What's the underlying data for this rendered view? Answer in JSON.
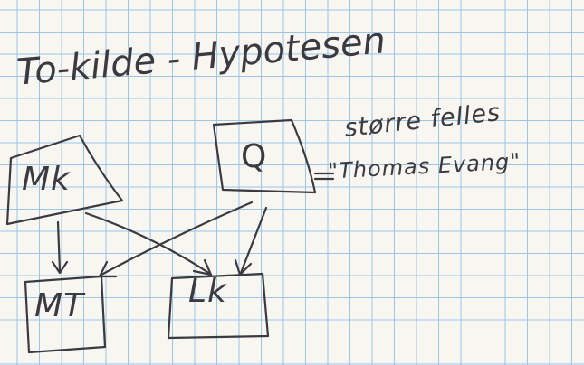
{
  "page": {
    "title": "To-kilde - Hypotesen",
    "note_line1": "større felles",
    "note_line2": "\"Thomas Evang\""
  },
  "boxes": {
    "mk": "Mk",
    "q": "Q",
    "mt": "MT",
    "lk": "Lk"
  },
  "colors": {
    "paper": "#f7f6f1",
    "grid": "#9ec4e6",
    "ink": "#3b3a40"
  }
}
